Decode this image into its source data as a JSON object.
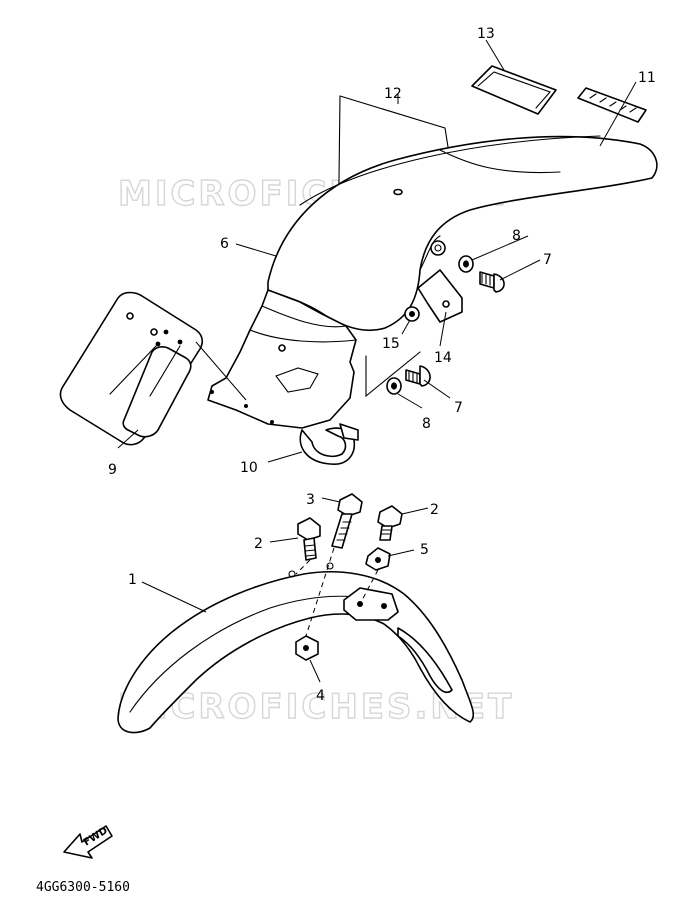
{
  "callouts": {
    "n1": "1",
    "n2a": "2",
    "n2b": "2",
    "n3": "3",
    "n4": "4",
    "n5": "5",
    "n6": "6",
    "n7a": "7",
    "n7b": "7",
    "n8a": "8",
    "n8b": "8",
    "n9": "9",
    "n10": "10",
    "n11": "11",
    "n12": "12",
    "n13": "13",
    "n14": "14",
    "n15": "15"
  },
  "watermark": {
    "text": "MICROFICHES.NET"
  },
  "fwd_label": "FWD",
  "diagram_code": "4GG6300-5160"
}
